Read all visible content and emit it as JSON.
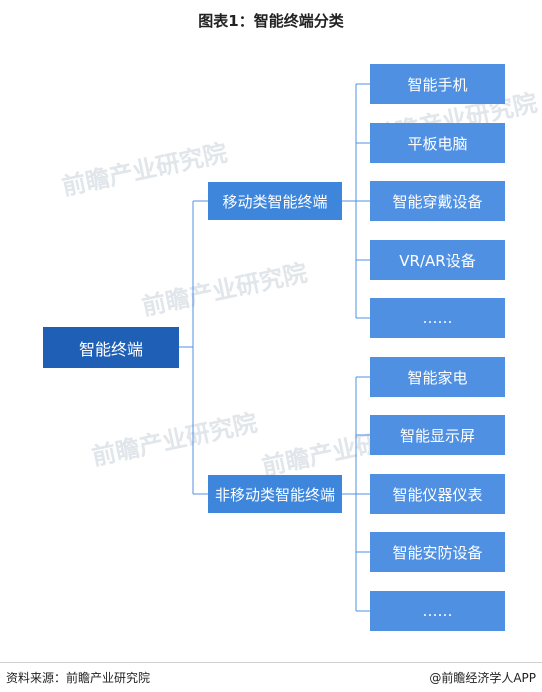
{
  "title": "图表1：智能终端分类",
  "root": {
    "label": "智能终端"
  },
  "branches": [
    {
      "label": "移动类智能终端",
      "children": [
        "智能手机",
        "平板电脑",
        "智能穿戴设备",
        "VR/AR设备",
        "……"
      ]
    },
    {
      "label": "非移动类智能终端",
      "children": [
        "智能家电",
        "智能显示屏",
        "智能仪器仪表",
        "智能安防设备",
        "……"
      ]
    }
  ],
  "watermark": {
    "brand": "前瞻产业研究院"
  },
  "footer": {
    "source": "资料来源：前瞻产业研究院",
    "credit": "@前瞻经济学人APP"
  },
  "colors": {
    "root": "#1f5fb5",
    "branch": "#3d86dc",
    "leaf": "#4f90e3",
    "line": "#4f90e3"
  }
}
